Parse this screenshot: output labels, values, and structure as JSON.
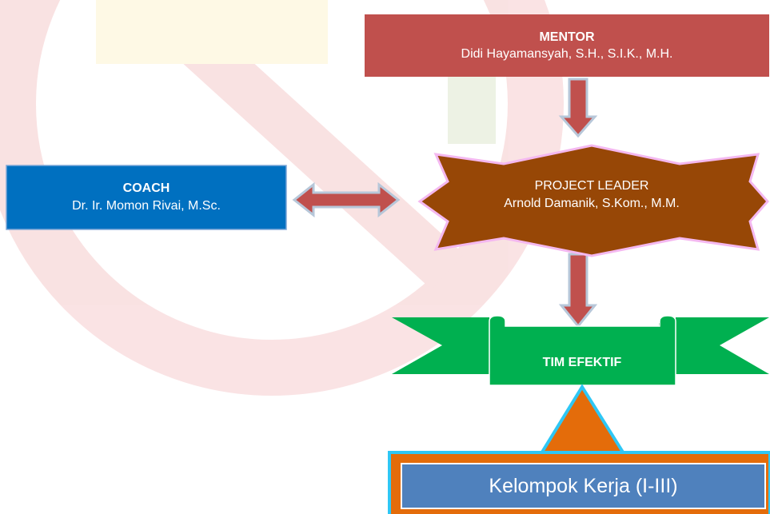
{
  "mentor": {
    "title": "MENTOR",
    "name": "Didi Hayamansyah, S.H., S.I.K., M.H."
  },
  "coach": {
    "title": "COACH",
    "name": "Dr. Ir. Momon Rivai, M.Sc."
  },
  "project_leader": {
    "title": "PROJECT LEADER",
    "name": "Arnold Damanik, S.Kom., M.M."
  },
  "tim": {
    "label": "TIM EFEKTIF"
  },
  "kelompok": {
    "label": "Kelompok Kerja (I-III)"
  },
  "colors": {
    "mentor_fill": "#c0504d",
    "coach_fill": "#0070c0",
    "project_leader_fill": "#974706",
    "project_leader_border": "#f4b8f0",
    "tim_fill": "#00b050",
    "arrow_fill": "#c0504d",
    "arrow_border": "#b7c7d9",
    "triangle_fill": "#e46c0a",
    "triangle_border": "#2ec7f5",
    "kelompok_fill": "#4f81bd",
    "kelompok_frame": "#e46c0a",
    "kelompok_border": "#2ec7f5",
    "watermark_red": "#d9252c",
    "watermark_yellow": "#fbd940"
  }
}
